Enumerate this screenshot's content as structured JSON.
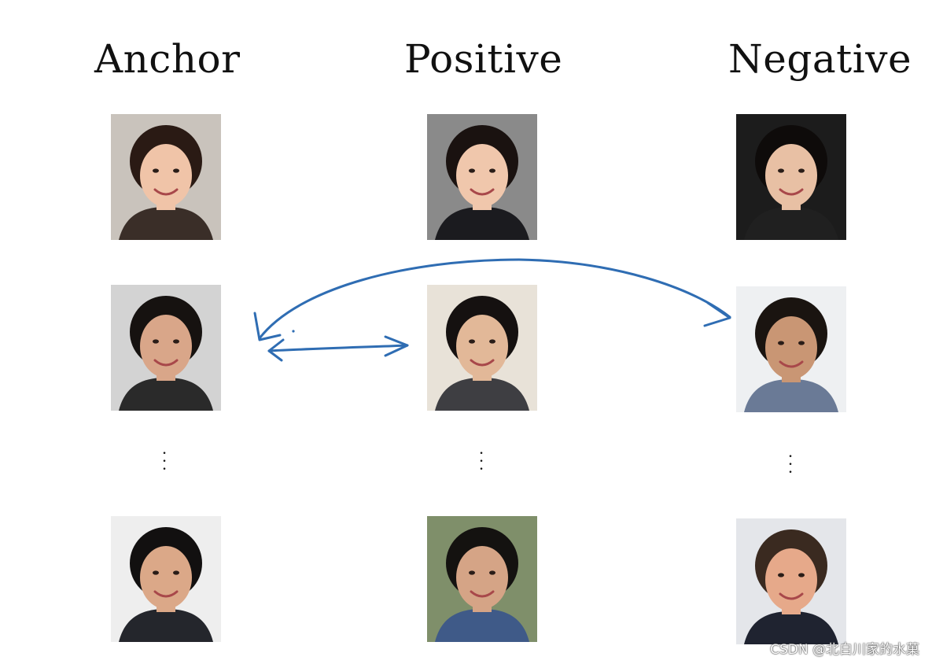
{
  "columns": {
    "anchor": "Anchor",
    "positive": "Positive",
    "negative": "Negative"
  },
  "photos": [
    {
      "name": "anchor-photo-1",
      "bg": "#c9c3bc",
      "skin": "#f0c4a8",
      "hair": "#2a1a14",
      "shirt": "#3a2e28"
    },
    {
      "name": "positive-photo-1",
      "bg": "#8a8a8a",
      "skin": "#f0c7ac",
      "hair": "#1a1210",
      "shirt": "#1b1b1f"
    },
    {
      "name": "negative-photo-1",
      "bg": "#1c1c1c",
      "skin": "#e8c0a4",
      "hair": "#0e0b0a",
      "shirt": "#202020"
    },
    {
      "name": "anchor-photo-2",
      "bg": "#d3d3d3",
      "skin": "#d9a689",
      "hair": "#161210",
      "shirt": "#2a2a2a"
    },
    {
      "name": "positive-photo-2",
      "bg": "#e8e2d8",
      "skin": "#e2b898",
      "hair": "#151110",
      "shirt": "#3e3e42"
    },
    {
      "name": "negative-photo-2",
      "bg": "#eef0f2",
      "skin": "#c99674",
      "hair": "#1a1410",
      "shirt": "#6a7a96"
    },
    {
      "name": "anchor-photo-3",
      "bg": "#eeeeee",
      "skin": "#dba888",
      "hair": "#121010",
      "shirt": "#24262c"
    },
    {
      "name": "positive-photo-3",
      "bg": "#7f8f6a",
      "skin": "#d5a486",
      "hair": "#141210",
      "shirt": "#3f5a88"
    },
    {
      "name": "negative-photo-3",
      "bg": "#e4e6ea",
      "skin": "#e6a98a",
      "hair": "#3a2a20",
      "shirt": "#1f2330"
    }
  ],
  "ellipsis": "⋮",
  "arrow_color": "#2f6db3",
  "watermark": "CSDN @北白川家的水菓"
}
